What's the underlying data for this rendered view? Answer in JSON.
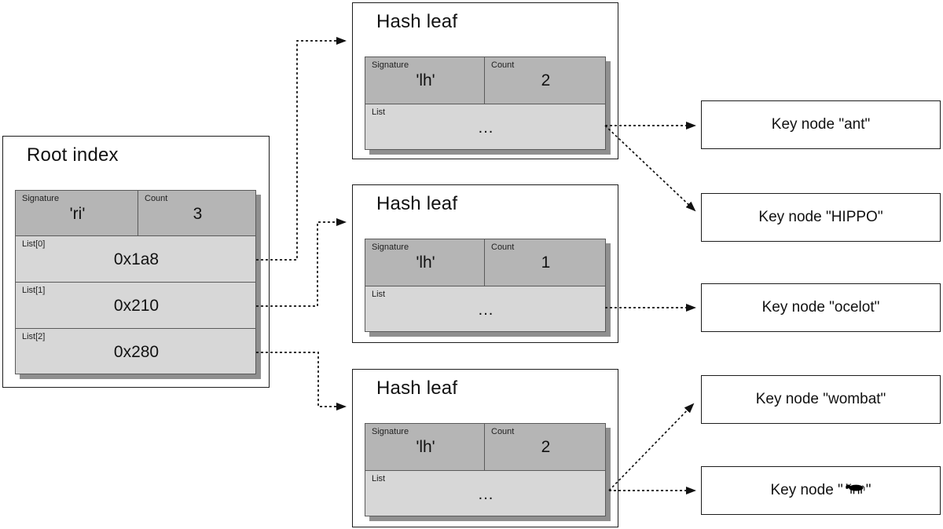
{
  "root_index": {
    "title": "Root index",
    "signature_label": "Signature",
    "signature_value": "'ri'",
    "count_label": "Count",
    "count_value": "3",
    "rows": [
      {
        "label": "List[0]",
        "value": "0x1a8"
      },
      {
        "label": "List[1]",
        "value": "0x210"
      },
      {
        "label": "List[2]",
        "value": "0x280"
      }
    ]
  },
  "hash_leaves": [
    {
      "title": "Hash leaf",
      "signature_label": "Signature",
      "signature_value": "'lh'",
      "count_label": "Count",
      "count_value": "2",
      "list_label": "List",
      "list_value": "..."
    },
    {
      "title": "Hash leaf",
      "signature_label": "Signature",
      "signature_value": "'lh'",
      "count_label": "Count",
      "count_value": "1",
      "list_label": "List",
      "list_value": "..."
    },
    {
      "title": "Hash leaf",
      "signature_label": "Signature",
      "signature_value": "'lh'",
      "count_label": "Count",
      "count_value": "2",
      "list_label": "List",
      "list_value": "..."
    }
  ],
  "key_nodes": [
    {
      "text": "Key node \"ant\""
    },
    {
      "text": "Key node \"HIPPO\""
    },
    {
      "text": "Key node \"ocelot\""
    },
    {
      "text": "Key node \"wombat\""
    },
    {
      "prefix": "Key node \"",
      "icon": "cow-icon",
      "suffix": "\""
    }
  ],
  "colors": {
    "table_header_fill": "#b5b5b5",
    "table_row_fill": "#d7d7d7",
    "table_shadow": "#8f8f8f",
    "table_border": "#5a5a5a",
    "box_border": "#1c1c1c",
    "arrow": "#111111",
    "background": "#ffffff"
  }
}
